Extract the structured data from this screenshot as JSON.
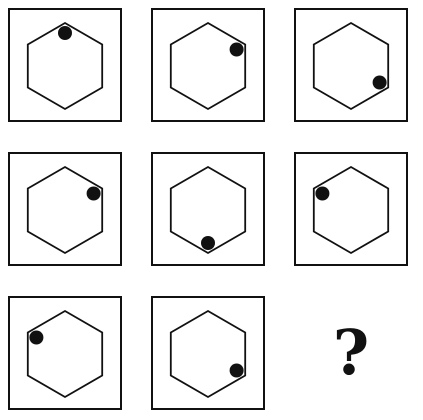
{
  "puzzle": {
    "cells": [
      {
        "dot_vertex": "top",
        "dot_colour": "#111111"
      },
      {
        "dot_vertex": "upper-right",
        "dot_colour": "#111111"
      },
      {
        "dot_vertex": "lower-right",
        "dot_colour": "#111111"
      },
      {
        "dot_vertex": "upper-right",
        "dot_colour": "#111111"
      },
      {
        "dot_vertex": "bottom",
        "dot_colour": "#111111"
      },
      {
        "dot_vertex": "upper-left",
        "dot_colour": "#111111"
      },
      {
        "dot_vertex": "upper-left",
        "dot_colour": "#111111"
      },
      {
        "dot_vertex": "lower-right",
        "dot_colour": "#111111"
      }
    ],
    "unknown_label": "?",
    "line_colour": "#111111"
  }
}
